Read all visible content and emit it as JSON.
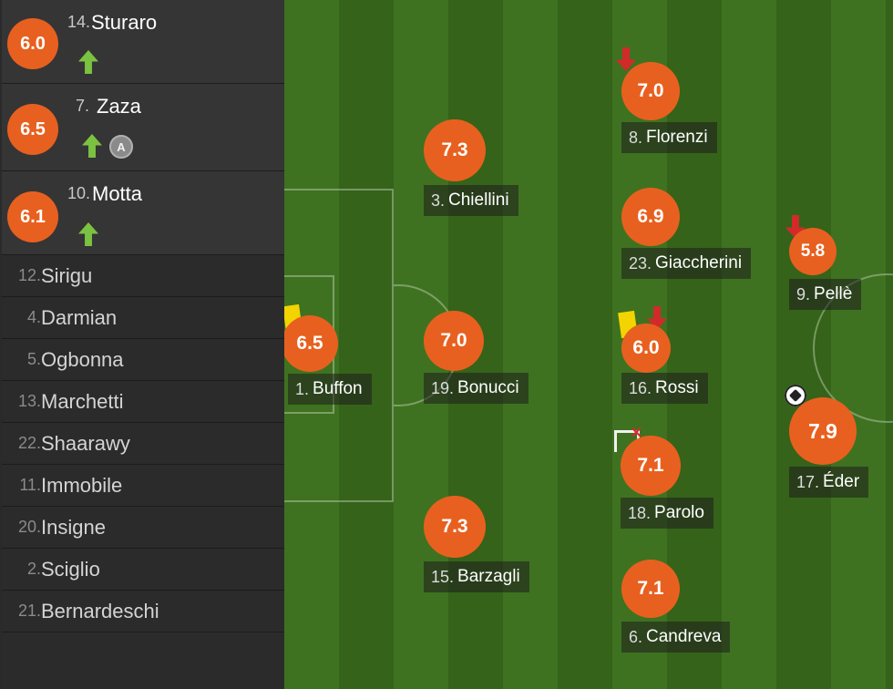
{
  "sidebar": {
    "substitutes_in": [
      {
        "number": "14.",
        "name": "Sturaro",
        "rating": "6.0",
        "icons": [
          "sub-on-arrow-icon"
        ]
      },
      {
        "number": "7.",
        "name": "Zaza",
        "rating": "6.5",
        "icons": [
          "sub-on-arrow-icon",
          "assist-a-icon"
        ],
        "badge": "A"
      },
      {
        "number": "10.",
        "name": "Motta",
        "rating": "6.1",
        "icons": [
          "sub-on-arrow-icon"
        ]
      }
    ],
    "bench": [
      {
        "number": "12.",
        "name": "Sirigu"
      },
      {
        "number": "4.",
        "name": "Darmian"
      },
      {
        "number": "5.",
        "name": "Ogbonna"
      },
      {
        "number": "13.",
        "name": "Marchetti"
      },
      {
        "number": "22.",
        "name": "Shaarawy"
      },
      {
        "number": "11.",
        "name": "Immobile"
      },
      {
        "number": "20.",
        "name": "Insigne"
      },
      {
        "number": "2.",
        "name": "Sciglio"
      },
      {
        "number": "21.",
        "name": "Bernardeschi"
      }
    ]
  },
  "pitch": {
    "players": [
      {
        "number": "1.",
        "name": "Buffon",
        "rating": "6.5",
        "icons": [
          "yellow-card"
        ]
      },
      {
        "number": "3.",
        "name": "Chiellini",
        "rating": "7.3"
      },
      {
        "number": "19.",
        "name": "Bonucci",
        "rating": "7.0"
      },
      {
        "number": "15.",
        "name": "Barzagli",
        "rating": "7.3"
      },
      {
        "number": "8.",
        "name": "Florenzi",
        "rating": "7.0",
        "icons": [
          "sub-off-arrow-icon"
        ]
      },
      {
        "number": "23.",
        "name": "Giaccherini",
        "rating": "6.9"
      },
      {
        "number": "16.",
        "name": "Rossi",
        "rating": "6.0",
        "icons": [
          "yellow-card",
          "sub-off-arrow-icon"
        ]
      },
      {
        "number": "18.",
        "name": "Parolo",
        "rating": "7.1",
        "icons": [
          "assist-icon"
        ]
      },
      {
        "number": "6.",
        "name": "Candreva",
        "rating": "7.1"
      },
      {
        "number": "9.",
        "name": "Pellè",
        "rating": "5.8",
        "icons": [
          "sub-off-arrow-icon"
        ]
      },
      {
        "number": "17.",
        "name": "Éder",
        "rating": "7.9",
        "icons": [
          "goal-ball-icon"
        ]
      }
    ]
  },
  "colors": {
    "rating_badge": "#e8601f",
    "pitch_stripe_light": "#3f7220",
    "pitch_stripe_dark": "#356319",
    "sub_on_arrow": "#7cc242",
    "sub_off_arrow": "#d22a2a",
    "yellow_card": "#f3d400",
    "sidebar_bg": "#2b2b2b"
  }
}
